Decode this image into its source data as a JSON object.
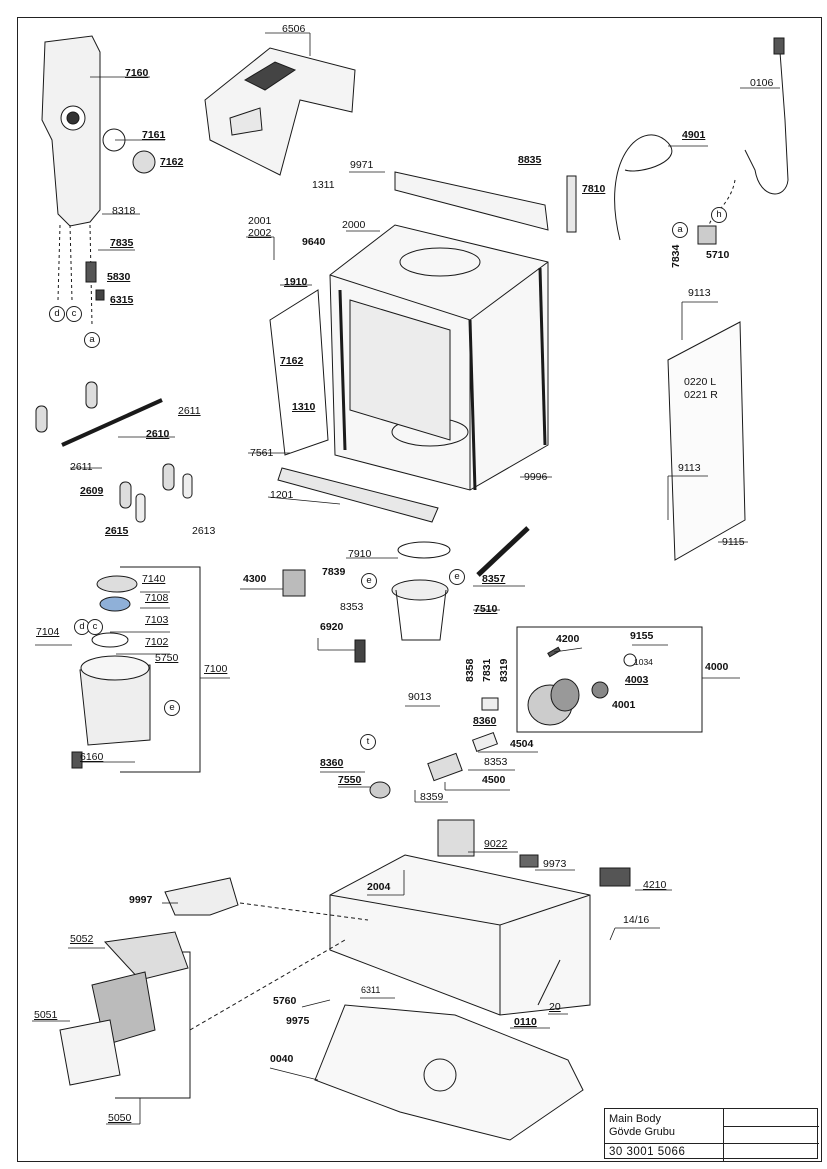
{
  "title_block": {
    "title_en": "Main Body",
    "title_tr": "Gövde Grubu",
    "doc_number": "30 3001 5066"
  },
  "labels": {
    "l6506": "6506",
    "l7160": "7160",
    "l7161": "7161",
    "l7162a": "7162",
    "l8318": "8318",
    "l7835": "7835",
    "l5830": "5830",
    "l6315": "6315",
    "l0106": "0106",
    "l4901": "4901",
    "l9971": "9971",
    "l8835": "8835",
    "l7810": "7810",
    "l1311": "1311",
    "l2001": "2001",
    "l2002": "2002",
    "l2000": "2000",
    "l9640": "9640",
    "l1910": "1910",
    "l7162b": "7162",
    "l1310": "1310",
    "l7561": "7561",
    "l1201": "1201",
    "l9996": "9996",
    "l7834": "7834",
    "l5710": "5710",
    "l9113a": "9113",
    "l0220": "0220 L",
    "l0221": "0221 R",
    "l9113b": "9113",
    "l9115": "9115",
    "l2611a": "2611",
    "l2610": "2610",
    "l2611b": "2611",
    "l2609": "2609",
    "l2615": "2615",
    "l2613": "2613",
    "l7910": "7910",
    "l4300": "4300",
    "l7839": "7839",
    "l8357": "8357",
    "l8353a": "8353",
    "l7510": "7510",
    "l6920": "6920",
    "l7140": "7140",
    "l7108": "7108",
    "l7103": "7103",
    "l7104": "7104",
    "l7102": "7102",
    "l5750": "5750",
    "l7100": "7100",
    "l6160": "6160",
    "l4200": "4200",
    "l9155": "9155",
    "l1034": "1034",
    "l4000": "4000",
    "l8358": "8358",
    "l7831": "7831",
    "l8319": "8319",
    "l4003": "4003",
    "l9013": "9013",
    "l4001": "4001",
    "l8360a": "8360",
    "l4504": "4504",
    "l8353b": "8353",
    "l8360b": "8360",
    "l7550": "7550",
    "l4500": "4500",
    "l8359": "8359",
    "l9022": "9022",
    "l9973": "9973",
    "l4210": "4210",
    "l9997": "9997",
    "l2004": "2004",
    "l1416": "14/16",
    "l5052": "5052",
    "l5051": "5051",
    "l5760": "5760",
    "l6311": "6311",
    "l9975": "9975",
    "l20": "20",
    "l0110": "0110",
    "l0040": "0040",
    "l5050": "5050"
  },
  "callouts": {
    "d": "d",
    "c": "c",
    "a": "a",
    "h": "h",
    "e": "e",
    "t": "t"
  }
}
